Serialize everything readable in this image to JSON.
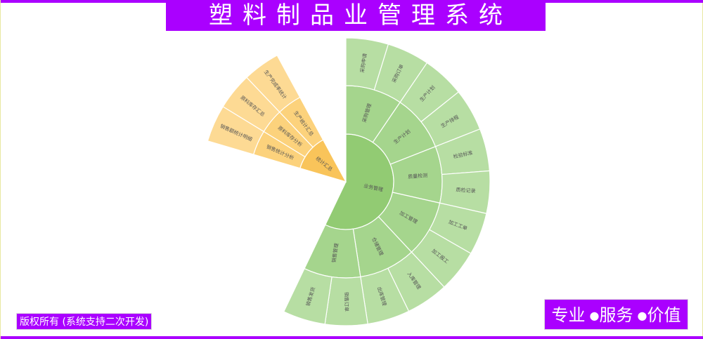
{
  "header": {
    "title": "塑料制品业管理系统"
  },
  "footer": {
    "copyright": "版权所有 (系统支持二次开发)",
    "slogan": [
      "专业",
      "服务",
      "价值"
    ]
  },
  "colors": {
    "accent": "#aa00ff",
    "green_root": "#92cb73",
    "green_mid": "#a5d58d",
    "green_outer": "#b7dea3",
    "yellow_root": "#f9c45a",
    "yellow_mid": "#fcd27c",
    "yellow_outer": "#fdda94"
  },
  "chart_data": {
    "type": "sunburst",
    "children": [
      {
        "name": "业务管理",
        "value": 12,
        "palette": "green",
        "children": [
          {
            "name": "采购管理",
            "value": 2,
            "children": [
              {
                "name": "采购申请",
                "value": 1
              },
              {
                "name": "采购订单",
                "value": 1
              }
            ]
          },
          {
            "name": "生产计划",
            "value": 2,
            "children": [
              {
                "name": "生产计划",
                "value": 1
              },
              {
                "name": "生产排程",
                "value": 1
              }
            ]
          },
          {
            "name": "质量检测",
            "value": 2,
            "children": [
              {
                "name": "检验标准",
                "value": 1
              },
              {
                "name": "质检记录",
                "value": 1
              }
            ]
          },
          {
            "name": "加工管理",
            "value": 2,
            "children": [
              {
                "name": "加工工单",
                "value": 1
              },
              {
                "name": "加工报工",
                "value": 1
              }
            ]
          },
          {
            "name": "仓储管理",
            "value": 2,
            "children": [
              {
                "name": "入库管理",
                "value": 1
              },
              {
                "name": "出库管理",
                "value": 1
              }
            ]
          },
          {
            "name": "销售管理",
            "value": 2,
            "children": [
              {
                "name": "销售订单",
                "value": 1
              },
              {
                "name": "销售发货",
                "value": 1
              }
            ]
          }
        ]
      },
      {
        "name": "统计汇总",
        "value": 3,
        "palette": "yellow",
        "children": [
          {
            "name": "销售统计分析",
            "value": 1,
            "children": [
              {
                "name": "销售额统计明细",
                "value": 1
              }
            ]
          },
          {
            "name": "原料库存分析",
            "value": 1,
            "children": [
              {
                "name": "原料库存汇总",
                "value": 1
              }
            ]
          },
          {
            "name": "生产统计汇总",
            "value": 1,
            "children": [
              {
                "name": "生产完成率统计",
                "value": 1
              }
            ]
          }
        ]
      }
    ]
  }
}
